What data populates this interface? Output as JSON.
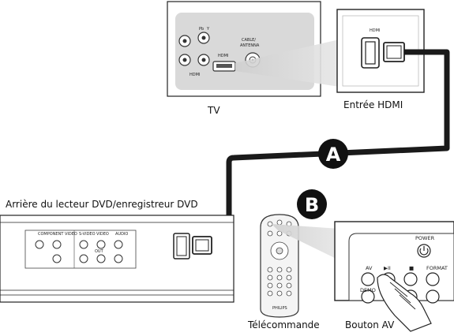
{
  "captions": {
    "tv": "TV",
    "hdmi_input": "Entrée HDMI",
    "player_rear": "Arrière du lecteur DVD/enregistreur DVD",
    "remote": "Télécommande",
    "av_button": "Bouton AV"
  },
  "badges": {
    "a": "A",
    "b": "B"
  },
  "tv_panel": {
    "hdmi_label": "HDMI",
    "cable_label_line1": "CABLE/",
    "cable_label_line2": "ANTENNA",
    "pb_label": "Pb",
    "y_label": "Y",
    "jack_label": "HDMI"
  },
  "zoom_hdmi": {
    "label": "HDMI"
  },
  "player_rear_panel": {
    "component_label": "COMPONENT VIDEO",
    "svideo_label": "S-VIDEO",
    "video_label": "VIDEO",
    "audio_label": "AUDIO",
    "out_label": "OUT"
  },
  "front_panel": {
    "power": "POWER",
    "av": "AV",
    "play_pause": "▶II",
    "stop": "■",
    "format": "FORMAT",
    "demo": "DEMO"
  },
  "remote": {
    "brand": "PHILIPS"
  },
  "colors": {
    "cable": "#1a1a1a",
    "panel_gray": "#d9d9d9",
    "badge": "#111111"
  }
}
